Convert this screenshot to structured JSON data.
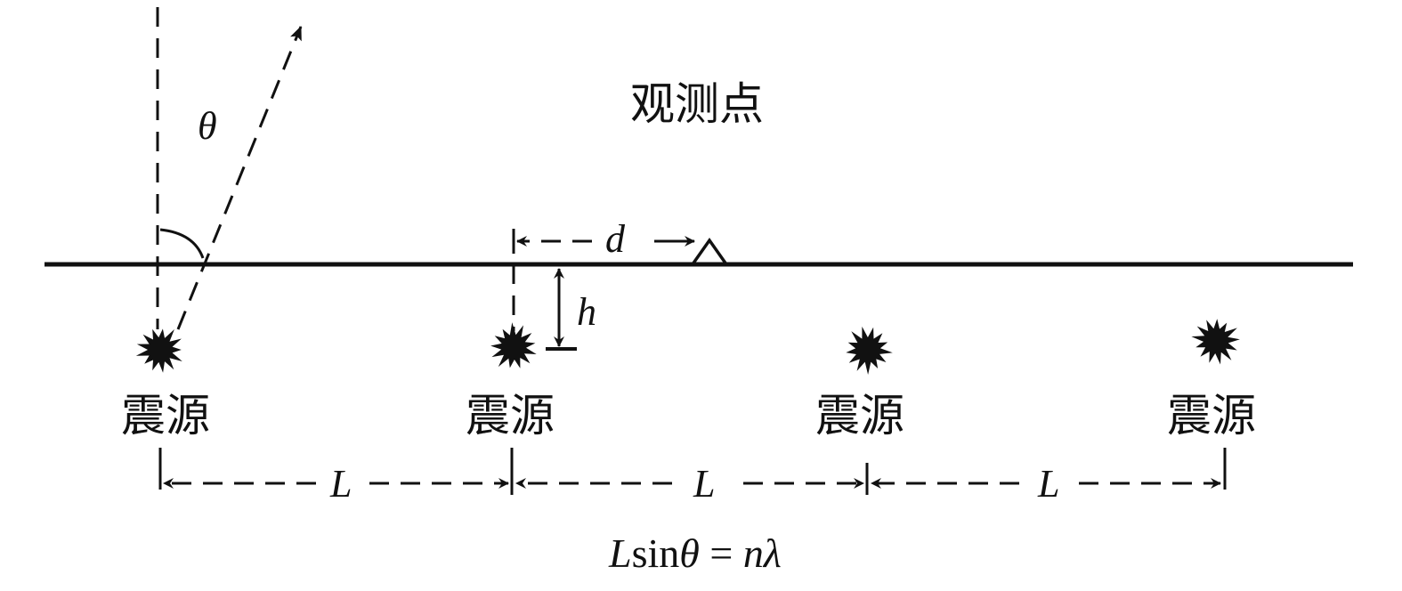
{
  "labels": {
    "observation_point": "观测点",
    "source": "震源",
    "theta": "θ",
    "d": "d",
    "h": "h",
    "L": "L"
  },
  "formula": {
    "L": "L",
    "sin": "sin",
    "theta": "θ",
    "equals": " = ",
    "n": "n",
    "lambda": "λ"
  },
  "sources": [
    {
      "label": "震源"
    },
    {
      "label": "震源"
    },
    {
      "label": "震源"
    },
    {
      "label": "震源"
    }
  ],
  "spacings": [
    {
      "label": "L"
    },
    {
      "label": "L"
    },
    {
      "label": "L"
    }
  ],
  "colors": {
    "ink": "#111111",
    "background": "#ffffff"
  }
}
